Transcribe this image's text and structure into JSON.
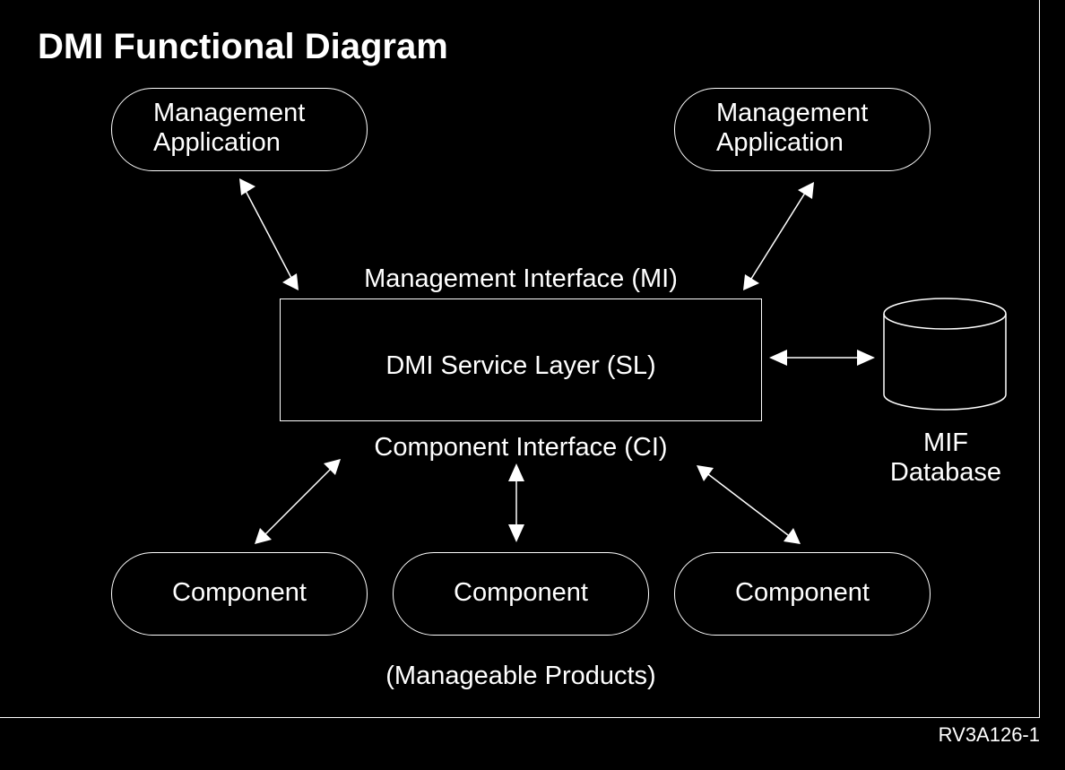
{
  "title": "DMI Functional Diagram",
  "management_apps": [
    {
      "line1": "Management",
      "line2": "Application"
    },
    {
      "line1": "Management",
      "line2": "Application"
    }
  ],
  "mi_label": "Management Interface (MI)",
  "service_layer_label": "DMI Service Layer (SL)",
  "ci_label": "Component Interface (CI)",
  "database": {
    "line1": "MIF",
    "line2": "Database"
  },
  "components": [
    {
      "label": "Component"
    },
    {
      "label": "Component"
    },
    {
      "label": "Component"
    }
  ],
  "products_label": "(Manageable Products)",
  "figure_id": "RV3A126-1",
  "colors": {
    "background": "#000000",
    "foreground": "#ffffff"
  }
}
